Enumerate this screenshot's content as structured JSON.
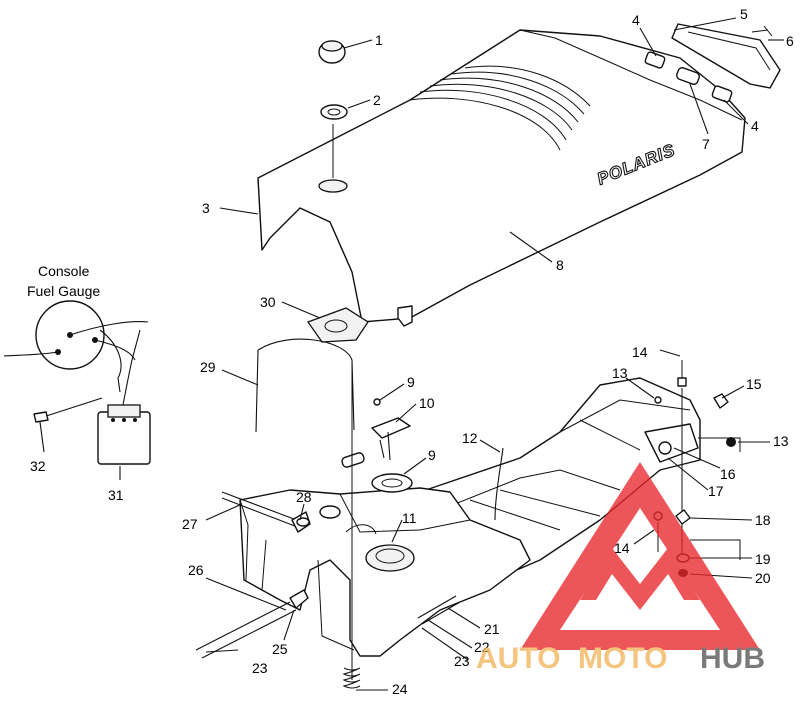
{
  "diagram": {
    "console_label_line1": "Console",
    "console_label_line2": "Fuel Gauge",
    "seat_brand": "POLARIS",
    "callouts": {
      "c1": "1",
      "c2": "2",
      "c3": "3",
      "c4a": "4",
      "c4b": "4",
      "c5": "5",
      "c6": "6",
      "c7": "7",
      "c8": "8",
      "c9a": "9",
      "c9b": "9",
      "c10": "10",
      "c11": "11",
      "c12": "12",
      "c13a": "13",
      "c13b": "13",
      "c14a": "14",
      "c14b": "14",
      "c15": "15",
      "c16": "16",
      "c17": "17",
      "c18": "18",
      "c19": "19",
      "c20": "20",
      "c21": "21",
      "c22": "22",
      "c23a": "23",
      "c23b": "23",
      "c24": "24",
      "c25": "25",
      "c26": "26",
      "c27": "27",
      "c28": "28",
      "c29": "29",
      "c30": "30",
      "c31": "31",
      "c32": "32"
    }
  },
  "watermark": {
    "part1": "AUTO",
    "part2": "MOTO",
    "part3": "HUB",
    "color_light": "#f3b45a",
    "color_dark": "#555555",
    "triangle_color": "#e8272b"
  }
}
